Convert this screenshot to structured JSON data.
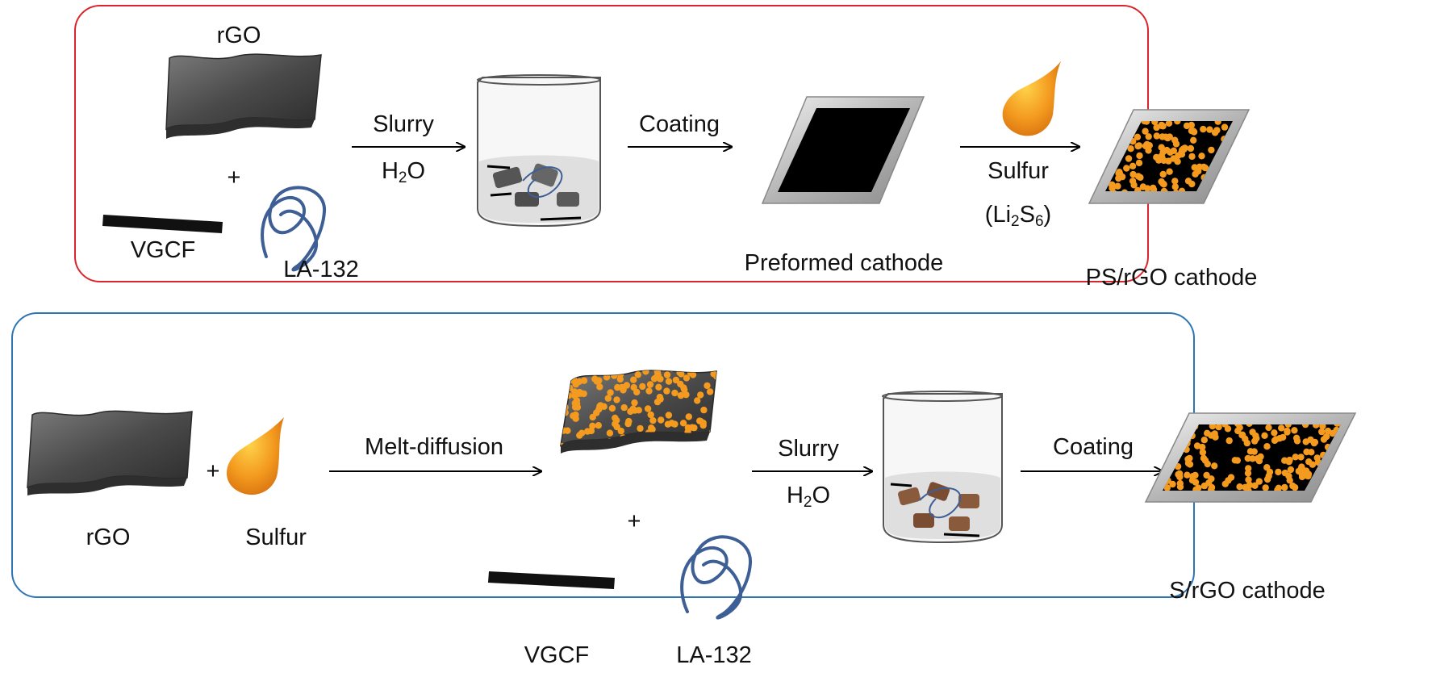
{
  "colors": {
    "top_panel_border": "#d9262c",
    "bottom_panel_border": "#2e75b6",
    "sulfur_orange": "#f39a1f",
    "fiber_blue": "#3d5f95",
    "sheet_gray": "#555555",
    "cathode_black": "#000000"
  },
  "top_panel": {
    "rgo_label": "rGO",
    "plus": "+",
    "vgcf_label": "VGCF",
    "binder_label": "LA-132",
    "arrow1_top": "Slurry",
    "arrow1_bottom": "H",
    "arrow1_bottom_sub": "2",
    "arrow1_bottom_tail": "O",
    "arrow2_top": "Coating",
    "preformed_label": "Preformed cathode",
    "arrow3_top": "Sulfur",
    "arrow3_bottom": "(Li",
    "arrow3_bottom_sub1": "2",
    "arrow3_bottom_mid": "S",
    "arrow3_bottom_sub2": "6",
    "arrow3_bottom_tail": ")",
    "product_label": "PS/rGO cathode"
  },
  "bottom_panel": {
    "rgo_label": "rGO",
    "plus1": "+",
    "sulfur_label": "Sulfur",
    "arrow1_top": "Melt-diffusion",
    "plus2": "+",
    "vgcf_label": "VGCF",
    "binder_label": "LA-132",
    "arrow2_top": "Slurry",
    "arrow2_bottom": "H",
    "arrow2_bottom_sub": "2",
    "arrow2_bottom_tail": "O",
    "arrow3_top": "Coating",
    "product_label": "S/rGO cathode"
  }
}
